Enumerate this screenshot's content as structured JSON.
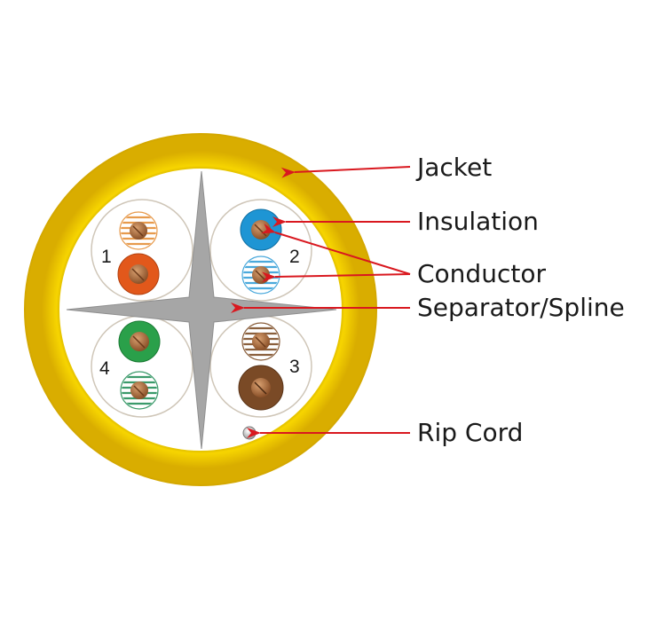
{
  "labels": {
    "jacket": "Jacket",
    "insulation": "Insulation",
    "conductor": "Conductor",
    "separator": "Separator/Spline",
    "rip_cord": "Rip Cord"
  },
  "pairs": [
    {
      "number": "1",
      "solid_color": "#e2581b",
      "stripe_color": "#e79a4c"
    },
    {
      "number": "2",
      "solid_color": "#1e95d4",
      "stripe_color": "#4aa9dc"
    },
    {
      "number": "3",
      "solid_color": "#7a4a26",
      "stripe_color": "#8a5f3c"
    },
    {
      "number": "4",
      "solid_color": "#2aa04a",
      "stripe_color": "#3a9a6a"
    }
  ],
  "colors": {
    "jacket": "#f2cf00",
    "jacket_shadow": "#d6aa00",
    "spline": "#a6a6a6",
    "copper": "#a8683e",
    "arrow": "#d9181f",
    "pair_outline": "#cfc6b8"
  }
}
